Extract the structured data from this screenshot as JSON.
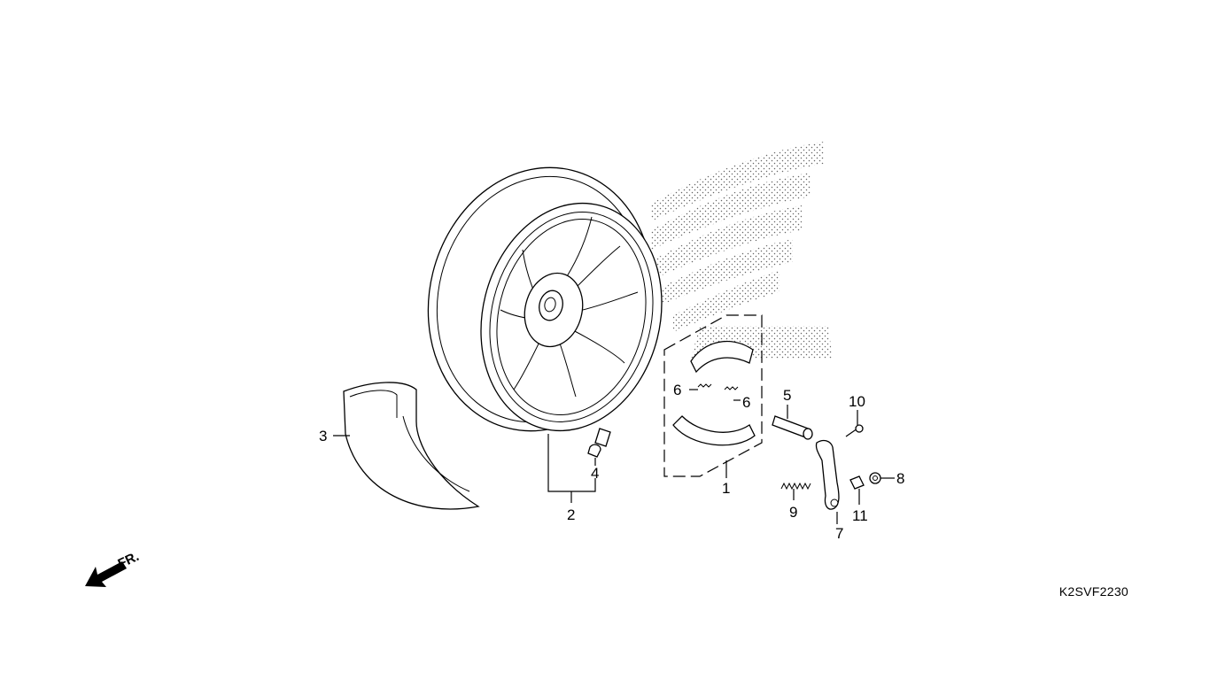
{
  "diagram": {
    "drawing_code": "K2SVF2230",
    "front_indicator": "FR.",
    "callouts": {
      "c1": "1",
      "c2": "2",
      "c3": "3",
      "c4": "4",
      "c5": "5",
      "c6a": "6",
      "c6b": "6",
      "c7": "7",
      "c8": "8",
      "c9": "9",
      "c10": "10",
      "c11": "11"
    },
    "parts": [
      {
        "ref": "c1",
        "icon": "brake-shoe-set"
      },
      {
        "ref": "c2",
        "icon": "rear-wheel"
      },
      {
        "ref": "c3",
        "icon": "mudguard"
      },
      {
        "ref": "c4",
        "icon": "tire-valve"
      },
      {
        "ref": "c5",
        "icon": "brake-cam"
      },
      {
        "ref": "c6a",
        "icon": "shoe-spring"
      },
      {
        "ref": "c7",
        "icon": "brake-arm"
      },
      {
        "ref": "c8",
        "icon": "nut"
      },
      {
        "ref": "c9",
        "icon": "return-spring"
      },
      {
        "ref": "c10",
        "icon": "bolt"
      },
      {
        "ref": "c11",
        "icon": "collar"
      }
    ]
  }
}
